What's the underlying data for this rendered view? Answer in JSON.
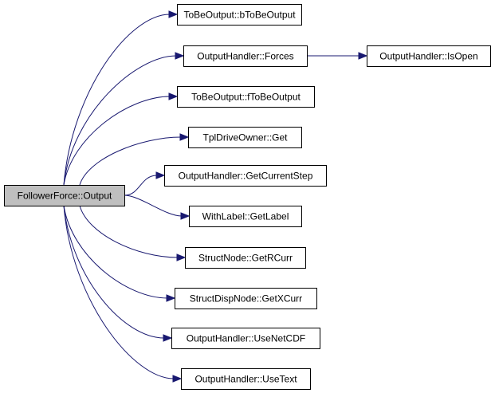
{
  "diagram": {
    "type": "call-graph",
    "colors": {
      "edge": "#191970",
      "root_fill": "#bfbfbf",
      "node_fill": "#ffffff",
      "node_border": "#000000"
    },
    "nodes": [
      {
        "id": "root",
        "label": "FollowerForce::Output",
        "root": true
      },
      {
        "id": "n1",
        "label": "ToBeOutput::bToBeOutput"
      },
      {
        "id": "n2",
        "label": "OutputHandler::Forces"
      },
      {
        "id": "n3",
        "label": "OutputHandler::IsOpen"
      },
      {
        "id": "n4",
        "label": "ToBeOutput::fToBeOutput"
      },
      {
        "id": "n5",
        "label": "TplDriveOwner::Get"
      },
      {
        "id": "n6",
        "label": "OutputHandler::GetCurrentStep"
      },
      {
        "id": "n7",
        "label": "WithLabel::GetLabel"
      },
      {
        "id": "n8",
        "label": "StructNode::GetRCurr"
      },
      {
        "id": "n9",
        "label": "StructDispNode::GetXCurr"
      },
      {
        "id": "n10",
        "label": "OutputHandler::UseNetCDF"
      },
      {
        "id": "n11",
        "label": "OutputHandler::UseText"
      }
    ],
    "edges": [
      {
        "from": "root",
        "to": "n1"
      },
      {
        "from": "root",
        "to": "n2"
      },
      {
        "from": "n2",
        "to": "n3"
      },
      {
        "from": "root",
        "to": "n4"
      },
      {
        "from": "root",
        "to": "n5"
      },
      {
        "from": "root",
        "to": "n6"
      },
      {
        "from": "root",
        "to": "n7"
      },
      {
        "from": "root",
        "to": "n8"
      },
      {
        "from": "root",
        "to": "n9"
      },
      {
        "from": "root",
        "to": "n10"
      },
      {
        "from": "root",
        "to": "n11"
      }
    ]
  }
}
